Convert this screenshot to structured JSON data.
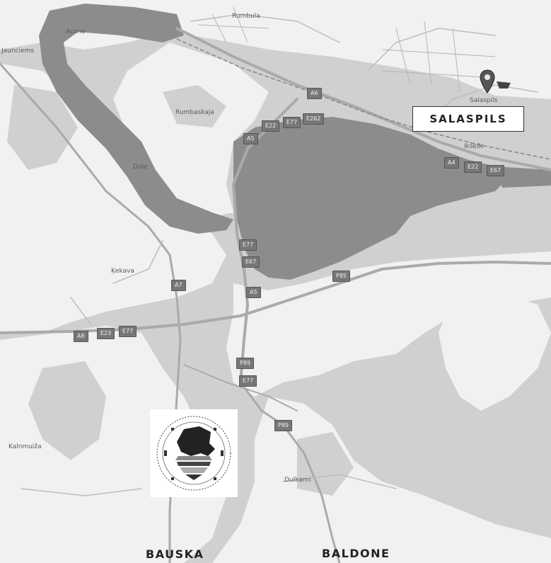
{
  "map": {
    "land_color": "#f1f1f1",
    "forest_color": "#d0d0d0",
    "water_color": "#8c8c8c",
    "road_color": "#bdbdbd",
    "main_road_color": "#aaaaaa"
  },
  "place_labels": {
    "rumbula": "Rumbula",
    "acone": "Acone",
    "jaunciems": "Jaunciems",
    "rumbaskaja": "Rumbaskaja",
    "dole": "Dole",
    "salaspils_small": "Salaspils",
    "kekava": "Ķekava",
    "kalnmuiza": "Kalnmuiža",
    "dulkarni": "Dulkarni",
    "ikskile": "Ikšķile"
  },
  "road_shields": {
    "a6": "A6",
    "e22_a": "E22",
    "e77_a": "E77",
    "e262": "E262",
    "a5_a": "A5",
    "a4": "A4",
    "e22_b": "E22",
    "e67_a": "E67",
    "e77_b": "E77",
    "e67_b": "E67",
    "a5_b": "A5",
    "p85": "P85",
    "a7": "A7",
    "a8": "A8",
    "e23": "E23",
    "e77_c": "E77",
    "p89": "P89",
    "e77_d": "E77",
    "p89_b": "P89"
  },
  "town_callouts": {
    "salaspils": "SALASPILS",
    "bauska": "BAUSKA",
    "baldone": "BALDONE"
  },
  "icons": {
    "marker": "map-pin-icon",
    "logo": "latvia-anniversary-seal"
  }
}
